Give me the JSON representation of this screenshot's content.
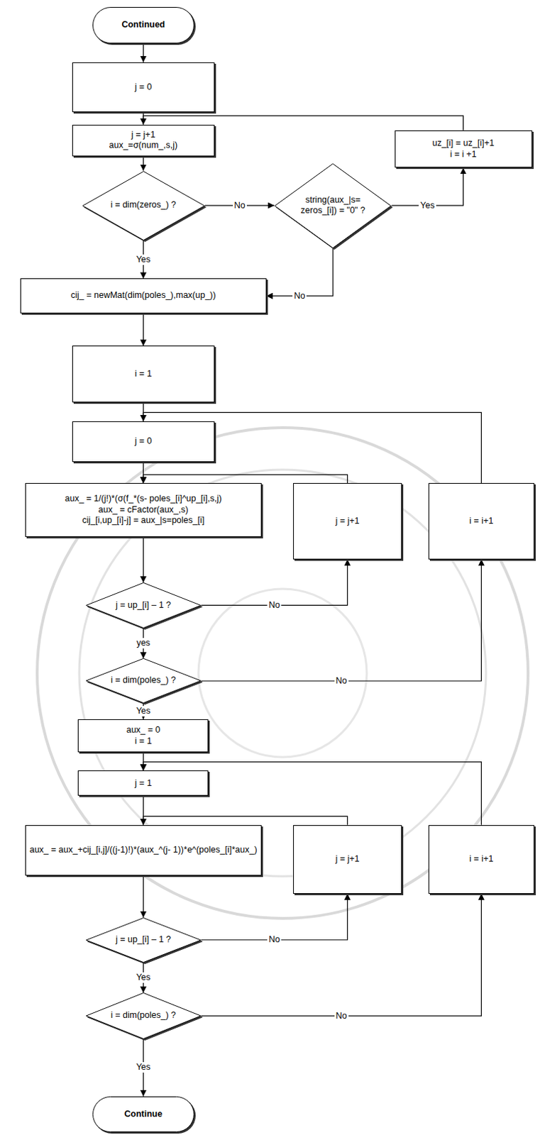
{
  "diagram": {
    "nodes": [
      {
        "text": [
          "Continued"
        ]
      },
      {
        "text": [
          "j = 0"
        ]
      },
      {
        "text": [
          "j = j+1",
          "aux_=σ(num_,s,j)"
        ]
      },
      {
        "text": [
          "i = dim(zeros_) ?"
        ]
      },
      {
        "text": [
          "string(aux_|s= zeros_[i]) = \"0\" ?"
        ]
      },
      {
        "text": [
          "uz_[i] = uz_[i]+1",
          "i = i +1"
        ]
      },
      {
        "text": [
          "cij_ = newMat(dim(poles_),max(up_))"
        ]
      },
      {
        "text": [
          "i = 1"
        ]
      },
      {
        "text": [
          "j = 0"
        ]
      },
      {
        "text": [
          "aux_ = 1/(j!)*(σ(f_*(s- poles_[i]^up_[i],s,j)",
          "aux_ = cFactor(aux_,s)",
          "cij_[i,up_[i]-j] = aux_|s=poles_[i]"
        ]
      },
      {
        "text": [
          "j = j+1"
        ]
      },
      {
        "text": [
          "i = i+1"
        ]
      },
      {
        "text": [
          "j = up_[i] – 1 ?"
        ]
      },
      {
        "text": [
          "i = dim(poles_) ?"
        ]
      },
      {
        "text": [
          "aux_ = 0",
          "i = 1"
        ]
      },
      {
        "text": [
          "j = 1"
        ]
      },
      {
        "text": [
          "aux_ = aux_+cij_[i,j]/((j-1)!)*(aux_^(j- 1))*e^(poles_[i]*aux_)"
        ]
      },
      {
        "text": [
          "j = j+1"
        ]
      },
      {
        "text": [
          "i = i+1"
        ]
      },
      {
        "text": [
          "j = up_[i] – 1 ?"
        ]
      },
      {
        "text": [
          "i = dim(poles_) ?"
        ]
      },
      {
        "text": [
          "Continue"
        ]
      }
    ],
    "edges": [
      {
        "from": 0,
        "to": 1,
        "arrow": "to"
      },
      {
        "from": 1,
        "to": 2,
        "arrow": "to"
      },
      {
        "from": 2,
        "to": 3,
        "arrow": "to"
      },
      {
        "from": 3,
        "to": 4,
        "label": "No",
        "arrow": "to"
      },
      {
        "from": 4,
        "to": 5,
        "label": "Yes",
        "arrow": "to"
      },
      {
        "from": 5,
        "to": 2,
        "arrow": "to"
      },
      {
        "from": 3,
        "to": 6,
        "label": "Yes",
        "arrow": "to"
      },
      {
        "from": 4,
        "to": 6,
        "label": "No",
        "arrow": "to"
      },
      {
        "from": 6,
        "to": 7,
        "arrow": "to"
      },
      {
        "from": 7,
        "to": 8,
        "arrow": "to"
      },
      {
        "from": 8,
        "to": 9,
        "arrow": "to"
      },
      {
        "from": 9,
        "to": 12,
        "arrow": "to"
      },
      {
        "from": 12,
        "to": 10,
        "label": "No",
        "arrow": "to"
      },
      {
        "from": 10,
        "to": 9,
        "arrow": "to"
      },
      {
        "from": 12,
        "to": 13,
        "label": "yes",
        "arrow": "to"
      },
      {
        "from": 13,
        "to": 11,
        "label": "No",
        "arrow": "to"
      },
      {
        "from": 11,
        "to": 8,
        "arrow": "to"
      },
      {
        "from": 13,
        "to": 14,
        "label": "Yes",
        "arrow": "to"
      },
      {
        "from": 14,
        "to": 15,
        "arrow": "to"
      },
      {
        "from": 15,
        "to": 16,
        "arrow": "to"
      },
      {
        "from": 16,
        "to": 19,
        "arrow": "to"
      },
      {
        "from": 19,
        "to": 17,
        "label": "No",
        "arrow": "to"
      },
      {
        "from": 17,
        "to": 16,
        "arrow": "to"
      },
      {
        "from": 19,
        "to": 20,
        "label": "Yes",
        "arrow": "to"
      },
      {
        "from": 20,
        "to": 18,
        "label": "No",
        "arrow": "to"
      },
      {
        "from": 18,
        "to": 15,
        "arrow": "to"
      },
      {
        "from": 20,
        "to": 21,
        "label": "Yes",
        "arrow": "to"
      }
    ]
  }
}
